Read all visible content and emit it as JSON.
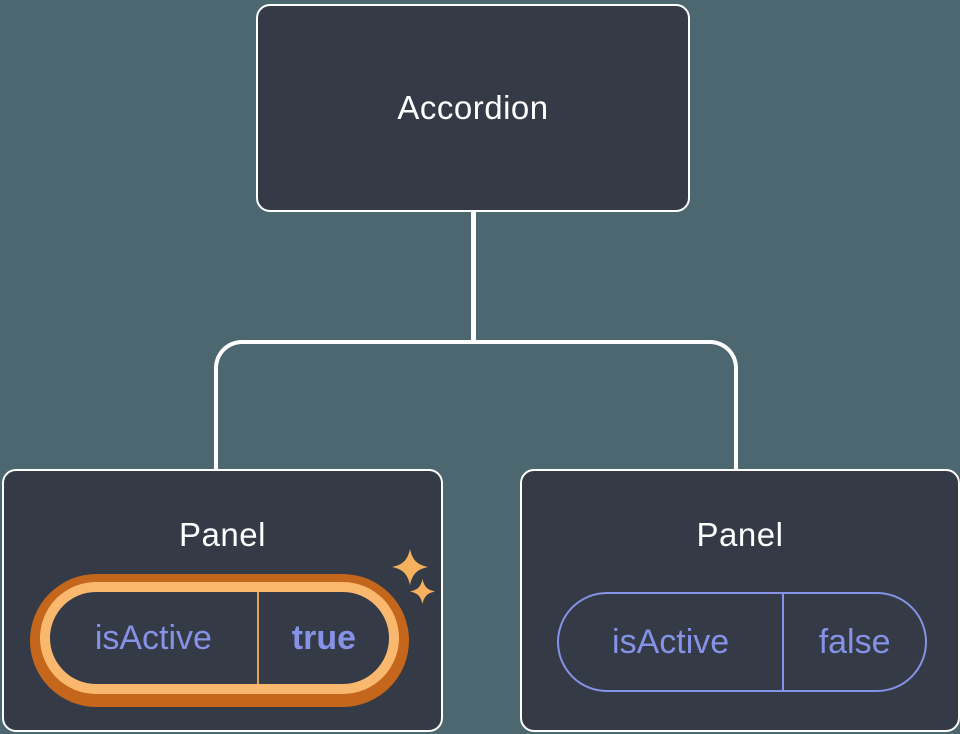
{
  "colors": {
    "background": "#4C676F",
    "node_fill": "#343A46",
    "node_border": "#FFFFFF",
    "connector": "#FFFFFF",
    "state_purple": "#8592E5",
    "highlight_ring_dark_orange": "#C4661B",
    "highlight_ring_light_orange": "#FAB86F",
    "highlight_divider_orange": "#E2A457",
    "sparkle_gold": "#F5B15E"
  },
  "tree": {
    "root": {
      "label": "Accordion"
    },
    "children": [
      {
        "label": "Panel",
        "state_key": "isActive",
        "state_value": "true",
        "highlighted": true
      },
      {
        "label": "Panel",
        "state_key": "isActive",
        "state_value": "false",
        "highlighted": false
      }
    ]
  },
  "icons": {
    "sparkles": "sparkles-icon"
  }
}
